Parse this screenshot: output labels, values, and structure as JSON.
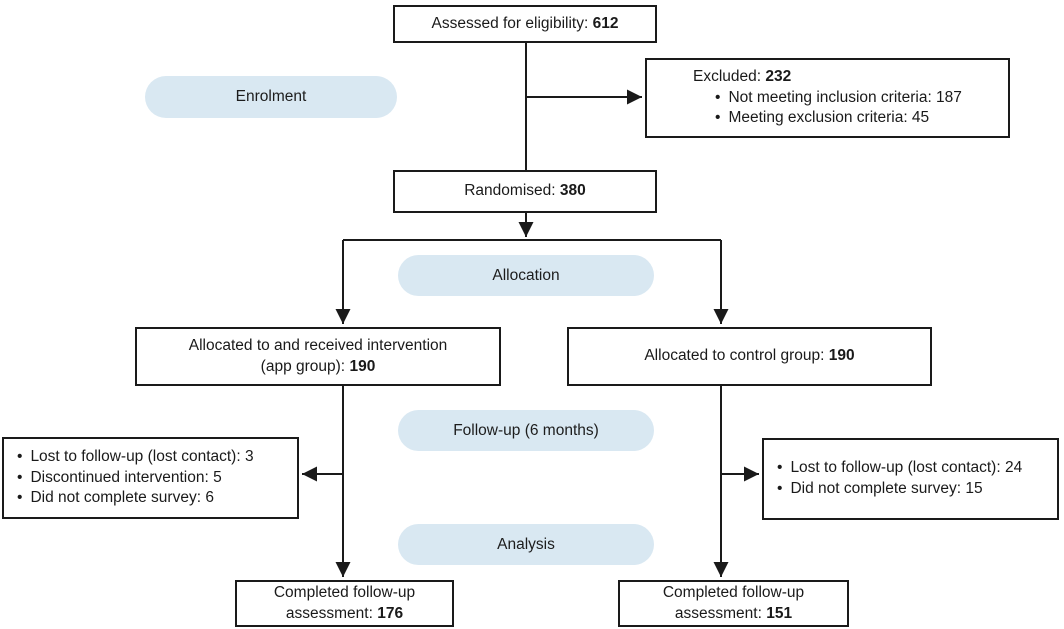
{
  "diagram": {
    "title_implicit": "CONSORT participant flow diagram",
    "colors": {
      "stage_pill_bg": "#d9e8f2",
      "box_border": "#1a1a1a",
      "text": "#1a1a1a",
      "background": "#ffffff"
    },
    "stages": [
      {
        "label": "Enrolment"
      },
      {
        "label": "Allocation"
      },
      {
        "label": "Follow-up (6 months)"
      },
      {
        "label": "Analysis"
      }
    ],
    "boxes": {
      "eligibility": {
        "label": "Assessed for eligibility:",
        "value": "612"
      },
      "excluded": {
        "label": "Excluded:",
        "value": "232",
        "bullets": [
          "Not meeting inclusion criteria: 187",
          "Meeting exclusion criteria: 45"
        ]
      },
      "randomised": {
        "label": "Randomised:",
        "value": "380"
      },
      "allocated_app": {
        "line1": "Allocated to and received intervention",
        "line2_label": "(app group):",
        "value": "190"
      },
      "allocated_control": {
        "label": "Allocated to control group:",
        "value": "190"
      },
      "lost_app": {
        "bullets": [
          "Lost to follow-up (lost contact): 3",
          "Discontinued intervention: 5",
          "Did not complete survey: 6"
        ]
      },
      "lost_control": {
        "bullets": [
          "Lost to follow-up (lost contact): 24",
          "Did not complete survey: 15"
        ]
      },
      "completed_app": {
        "line1": "Completed follow-up",
        "line2_label": "assessment:",
        "value": "176"
      },
      "completed_control": {
        "line1": "Completed follow-up",
        "line2_label": "assessment:",
        "value": "151"
      }
    }
  }
}
